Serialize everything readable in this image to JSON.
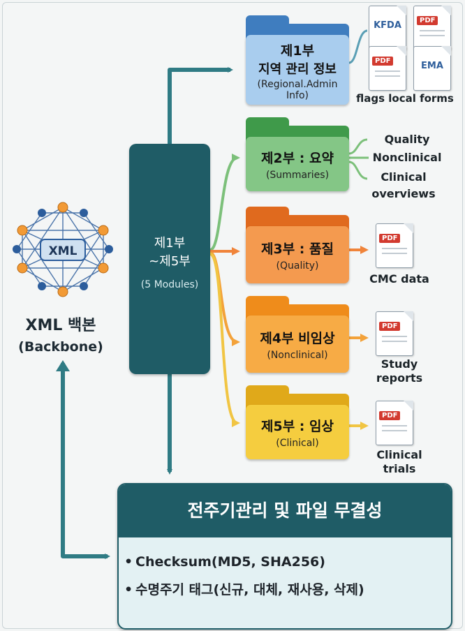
{
  "backbone": {
    "center_label": "XML",
    "title": "XML 백본",
    "subtitle": "(Backbone)"
  },
  "modules": {
    "line1": "제1부",
    "line2": "~제5부",
    "line3": "(5 Modules)"
  },
  "folders": [
    {
      "title": "제1부",
      "title2": "지역 관리 정보",
      "sub1": "(Regional.Admin",
      "sub2": "Info)"
    },
    {
      "title": "제2부 : 요약",
      "sub1": "(Summaries)"
    },
    {
      "title": "제3부 : 품질",
      "sub1": "(Quality)"
    },
    {
      "title": "제4부  비임상",
      "sub1": "(Nonclinical)"
    },
    {
      "title": "제5부 : 임상",
      "sub1": "(Clinical)"
    }
  ],
  "regional": {
    "doc_kfda": "KFDA",
    "doc_pdf_1": "PDF",
    "doc_pdf_2": "PDF",
    "doc_ema": "EMA",
    "caption": "flags local forms"
  },
  "summaries_items": [
    "Quality",
    "Nonclinical",
    "Clinical",
    "overviews"
  ],
  "outputs": {
    "badge": "PDF",
    "quality": "CMC data",
    "nonclinical_1": "Study",
    "nonclinical_2": "reports",
    "clinical_1": "Clinical",
    "clinical_2": "trials"
  },
  "lifecycle": {
    "title": "전주기관리 및 파일 무결성",
    "bullet": "•",
    "items": [
      "Checksum(MD5, SHA256)",
      "수명주기 태그(신규, 대체, 재사용, 삭제)"
    ]
  },
  "colors": {
    "teal": "#1f5c66",
    "arrow_teal": "#2f7b84",
    "green": "#7cc07a",
    "orange": "#f0843a",
    "yellow": "#f1c543",
    "node_orange": "#f29a35",
    "node_blue": "#2c5d9c"
  }
}
